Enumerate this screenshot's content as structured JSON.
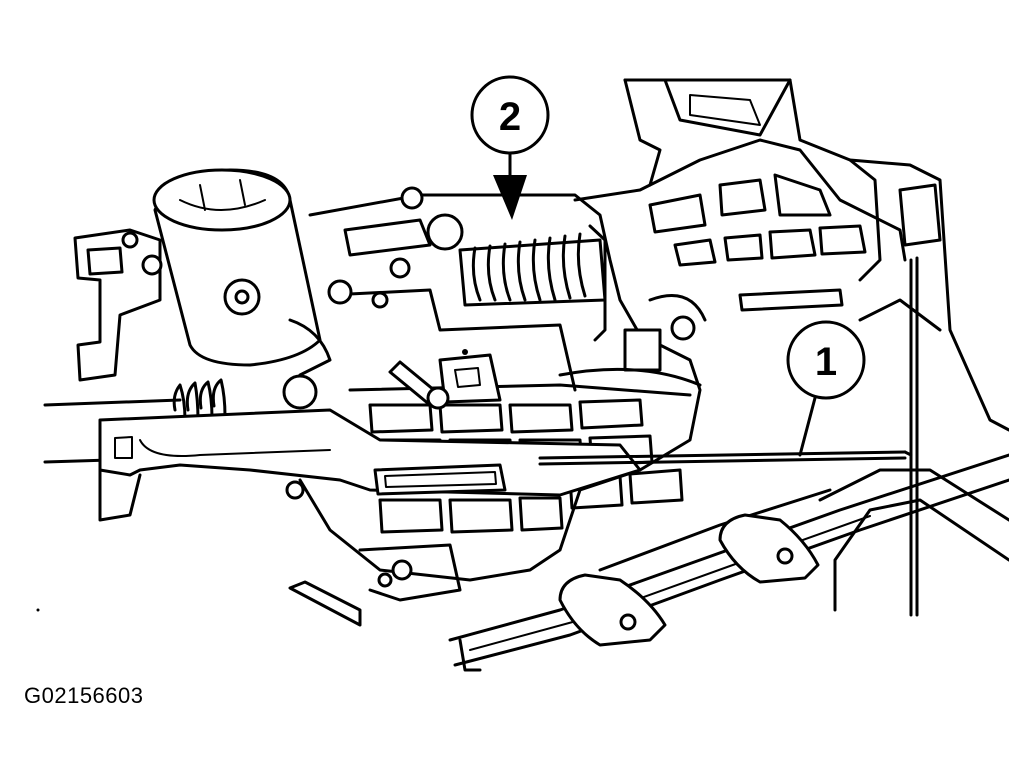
{
  "figure_id": "G02156603",
  "callouts": [
    {
      "label": "1"
    },
    {
      "label": "2"
    }
  ],
  "colors": {
    "ink": "#000000",
    "paper": "#ffffff"
  }
}
